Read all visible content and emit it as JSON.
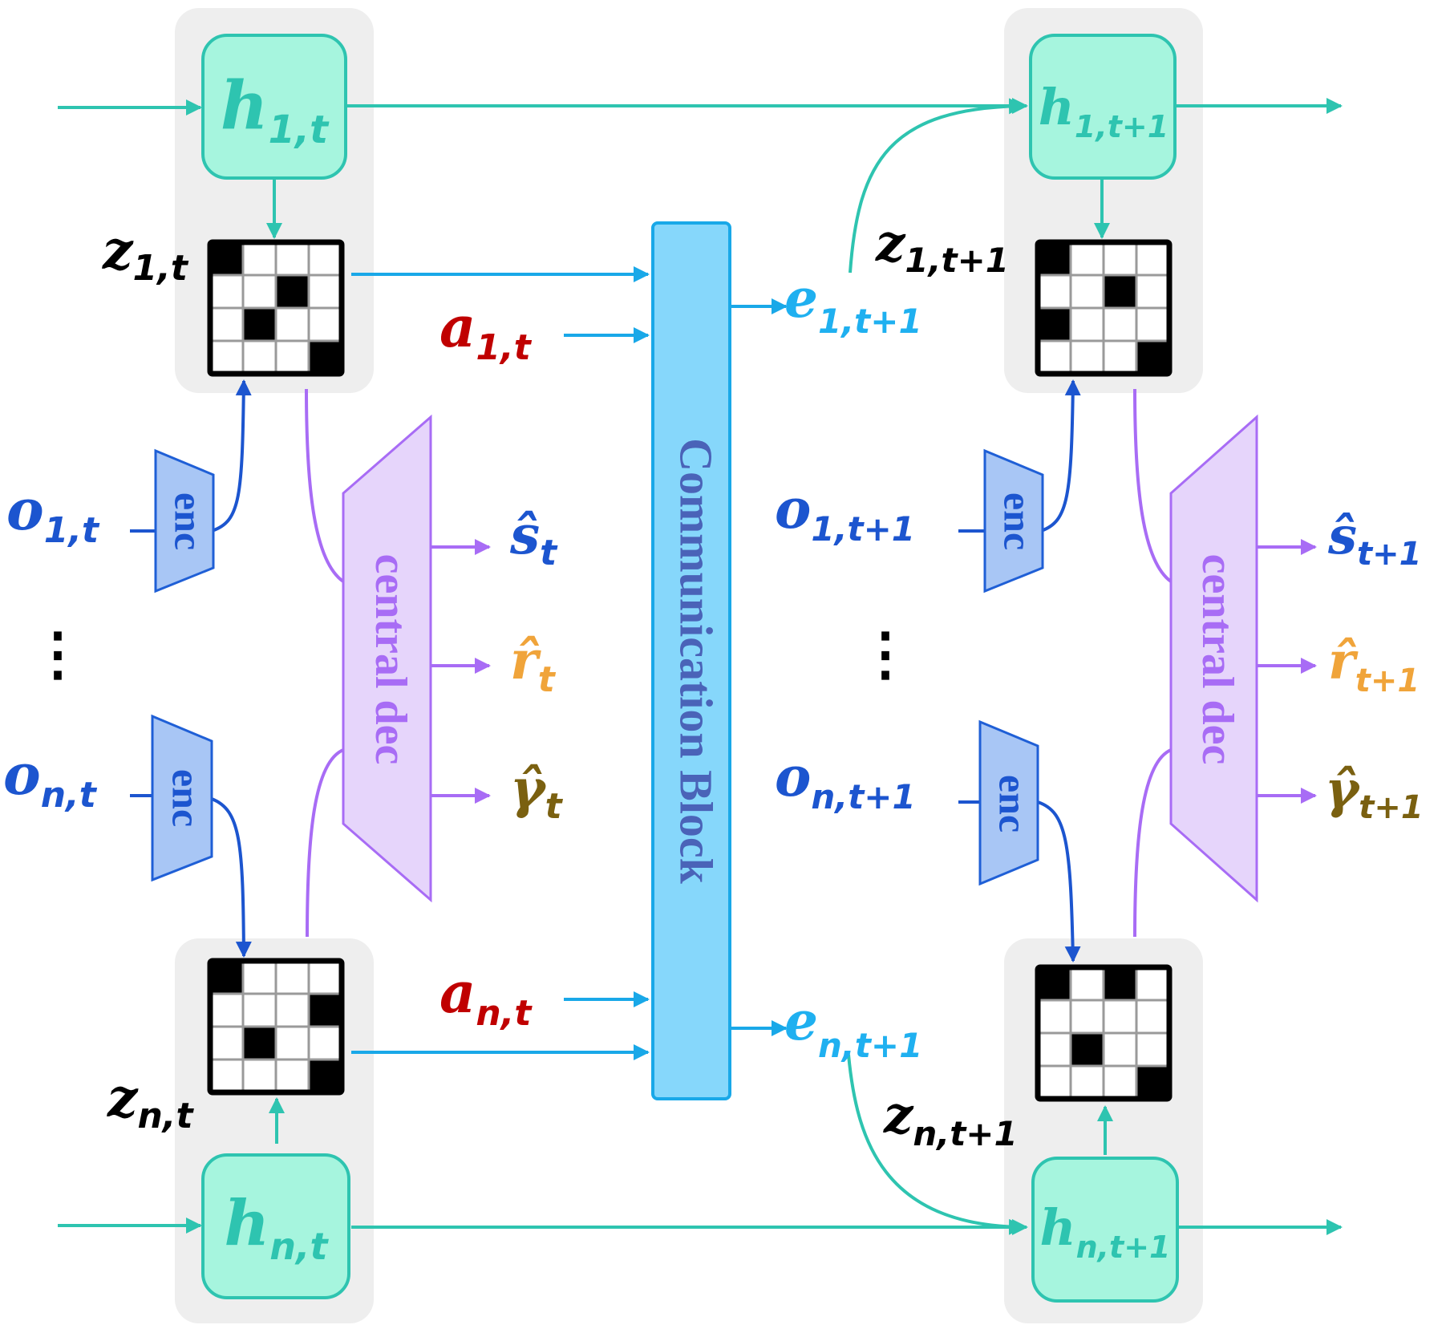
{
  "colors": {
    "teal": "#2ec4b0",
    "teal_fill": "#a6f5de",
    "blue_arrow": "#19a8e8",
    "comm_fill": "#86d7fb",
    "comm_text": "#4a63b8",
    "enc_fill": "#a8c6f5",
    "enc_stroke": "#1f5fd6",
    "enc_text": "#1c55cf",
    "purple": "#a86cf5",
    "dec_fill": "#e6d5fb",
    "panel": "#eeeeee",
    "red": "#c00000",
    "orange": "#f0a43a",
    "olive": "#7a6010",
    "obs_blue": "#1c55cf",
    "e_blue": "#1fb0f0"
  },
  "communication_block": {
    "label": "Communication Block"
  },
  "modules": {
    "enc": "enc",
    "central_dec": "central dec"
  },
  "left": {
    "h_top": {
      "main": "h",
      "sub": "1,t"
    },
    "h_bottom": {
      "main": "h",
      "sub": "n,t"
    },
    "z_top": {
      "main": "z",
      "sub": "1,t"
    },
    "z_bottom": {
      "main": "z",
      "sub": "n,t"
    },
    "o_top": {
      "main": "o",
      "sub": "1,t"
    },
    "o_bottom": {
      "main": "o",
      "sub": "n,t"
    },
    "a_top": {
      "main": "a",
      "sub": "1,t"
    },
    "a_bottom": {
      "main": "a",
      "sub": "n,t"
    },
    "s_hat": {
      "main": "ŝ",
      "sub": "t"
    },
    "r_hat": {
      "main": "r̂",
      "sub": "t"
    },
    "gamma_hat": {
      "main": "γ̂",
      "sub": "t"
    },
    "ellipsis": "⋮"
  },
  "right": {
    "e_top": {
      "main": "e",
      "sub": "1,t+1"
    },
    "e_bottom": {
      "main": "e",
      "sub": "n,t+1"
    },
    "h_top": {
      "main": "h",
      "sub": "1,t+1"
    },
    "h_bottom": {
      "main": "h",
      "sub": "n,t+1"
    },
    "z_top": {
      "main": "z",
      "sub": "1,t+1"
    },
    "z_bottom": {
      "main": "z",
      "sub": "n,t+1"
    },
    "o_top": {
      "main": "o",
      "sub": "1,t+1"
    },
    "o_bottom": {
      "main": "o",
      "sub": "n,t+1"
    },
    "s_hat": {
      "main": "ŝ",
      "sub": "t+1"
    },
    "r_hat": {
      "main": "r̂",
      "sub": "t+1"
    },
    "gamma_hat": {
      "main": "γ̂",
      "sub": "t+1"
    },
    "ellipsis": "⋮"
  }
}
